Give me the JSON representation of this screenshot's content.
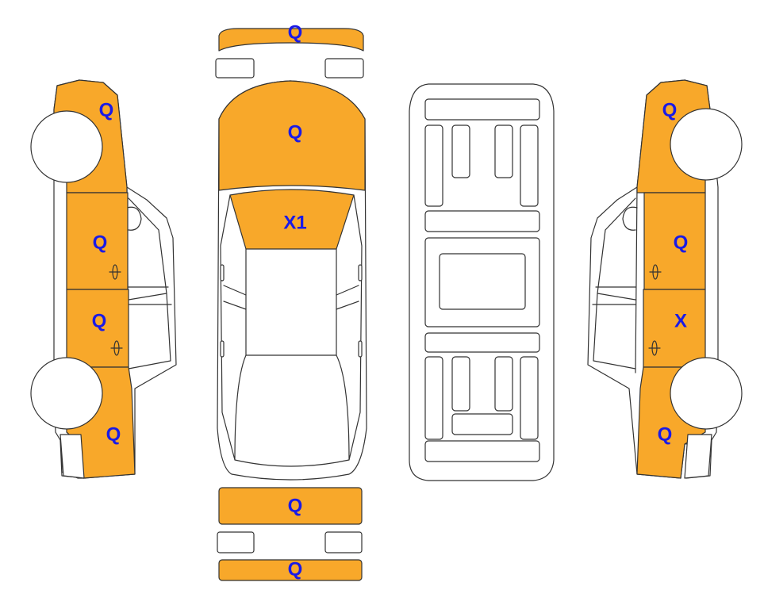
{
  "colors": {
    "painted": "#F8A82A",
    "body": "#FFFFFF",
    "outline": "#333333",
    "label": "#1A1AE6"
  },
  "panels": {
    "left_front_fender": "Q",
    "left_front_door": "Q",
    "left_rear_door": "Q",
    "left_rear_quarter": "Q",
    "front_bumper": "Q",
    "hood": "Q",
    "roof": "X1",
    "trunk_lid": "Q",
    "rear_bumper": "Q",
    "right_front_fender": "Q",
    "right_front_door": "Q",
    "right_rear_door": "X",
    "right_rear_quarter": "Q"
  }
}
